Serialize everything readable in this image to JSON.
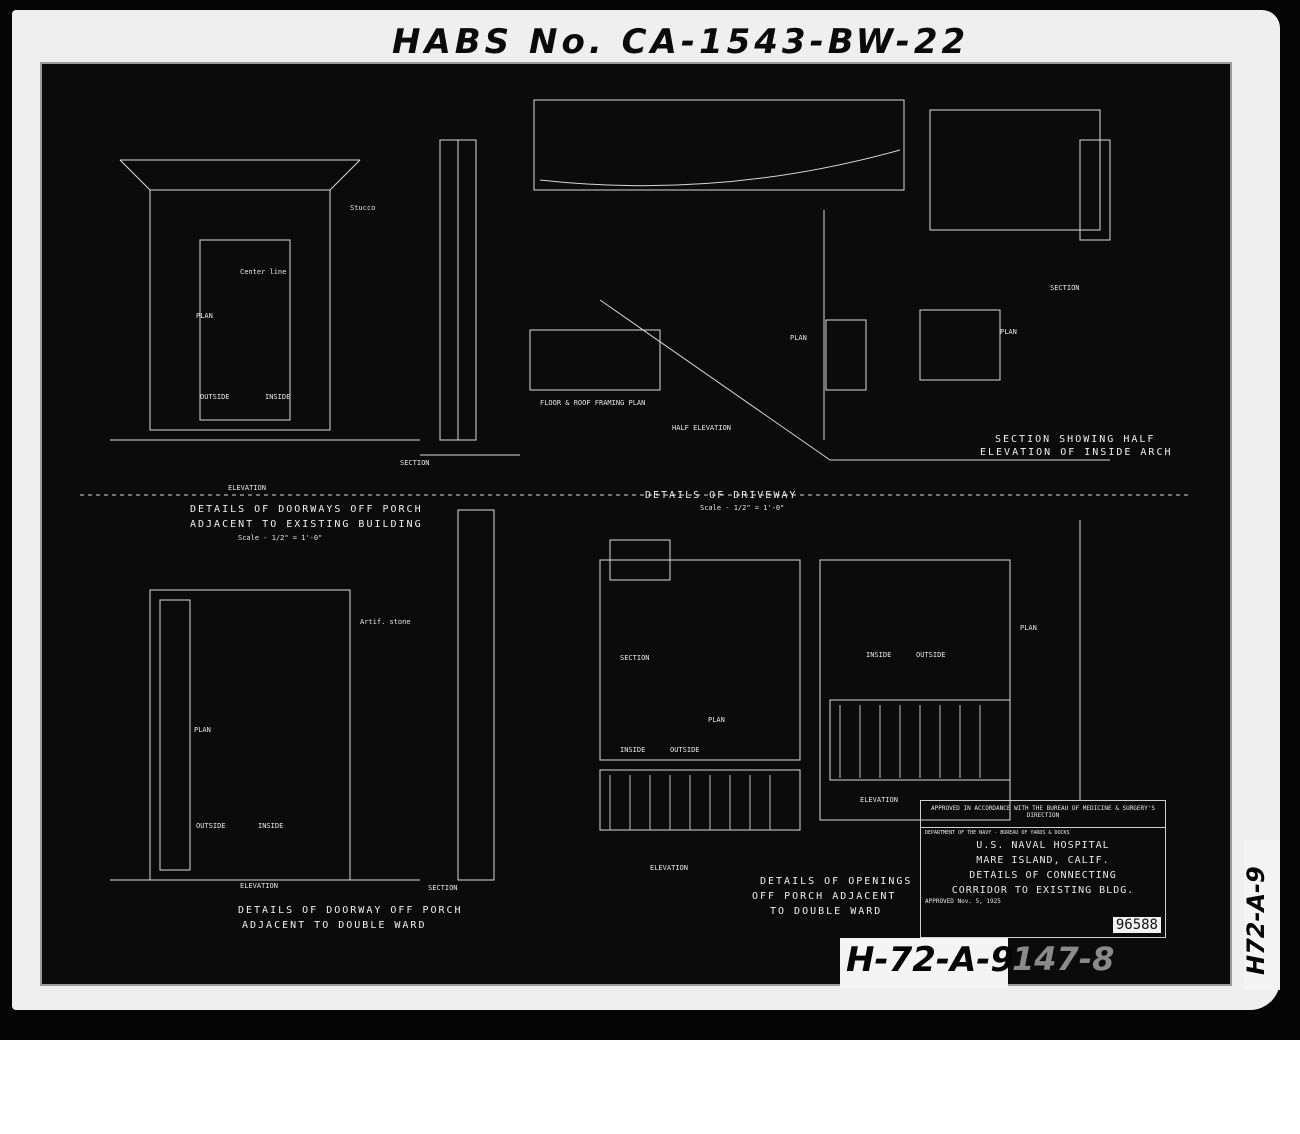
{
  "header": {
    "habs_label": "HABS No. CA-1543-BW-22"
  },
  "footer": {
    "sheet_tag": "H-72-A-9",
    "side_tag": "H72-A-9",
    "sheet_number": "147-8"
  },
  "drawing": {
    "titles": {
      "driveway": "DETAILS OF DRIVEWAY",
      "doorways_existing_1": "DETAILS OF DOORWAYS OFF PORCH",
      "doorways_existing_2": "ADJACENT TO EXISTING BUILDING",
      "doorway_double_1": "DETAILS OF DOORWAY OFF PORCH",
      "doorway_double_2": "ADJACENT TO DOUBLE WARD",
      "openings_1": "DETAILS OF OPENINGS",
      "openings_2": "OFF PORCH ADJACENT",
      "openings_3": "TO DOUBLE WARD",
      "section_half_1": "SECTION SHOWING HALF",
      "section_half_2": "ELEVATION OF INSIDE ARCH",
      "floor_roof": "FLOOR & ROOF FRAMING PLAN",
      "half_elevation": "HALF ELEVATION"
    },
    "labels": {
      "elevation": "ELEVATION",
      "section": "SECTION",
      "plan": "PLAN",
      "inside": "INSIDE",
      "outside": "OUTSIDE",
      "center_line": "Center line",
      "stucco": "Stucco",
      "artif_stone": "Artif. stone",
      "scale": "Scale - 1/2\" = 1'-0\""
    }
  },
  "title_block": {
    "approved": "APPROVED IN ACCORDANCE WITH THE BUREAU OF MEDICINE & SURGERY'S DIRECTION",
    "department": "DEPARTMENT OF THE NAVY - BUREAU OF YARDS & DOCKS",
    "line1": "U.S. NAVAL HOSPITAL",
    "line2": "MARE ISLAND, CALIF.",
    "line3": "DETAILS OF CONNECTING",
    "line4": "CORRIDOR TO EXISTING BLDG.",
    "approved_date": "APPROVED Nov. 5, 1925",
    "drawing_number": "96588"
  }
}
